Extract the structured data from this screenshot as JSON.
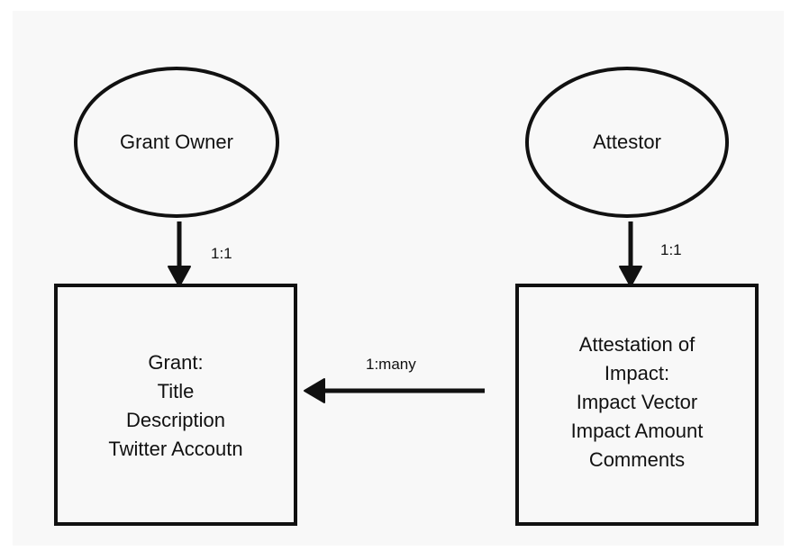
{
  "diagram": {
    "nodes": {
      "grant_owner": {
        "shape": "ellipse",
        "lines": [
          "Grant Owner"
        ]
      },
      "attestor": {
        "shape": "ellipse",
        "lines": [
          "Attestor"
        ]
      },
      "grant": {
        "shape": "rectangle",
        "lines": [
          "Grant:",
          "Title",
          "Description",
          "Twitter Accoutn"
        ]
      },
      "attestation": {
        "shape": "rectangle",
        "lines": [
          "Attestation of",
          "Impact:",
          "Impact Vector",
          "Impact Amount",
          "Comments"
        ]
      }
    },
    "edges": [
      {
        "from": "grant_owner",
        "to": "grant",
        "label": "1:1"
      },
      {
        "from": "attestor",
        "to": "attestation",
        "label": "1:1"
      },
      {
        "from": "attestation",
        "to": "grant",
        "label": "1:many"
      }
    ],
    "colors": {
      "stroke": "#111111",
      "background": "#f8f8f8"
    }
  }
}
